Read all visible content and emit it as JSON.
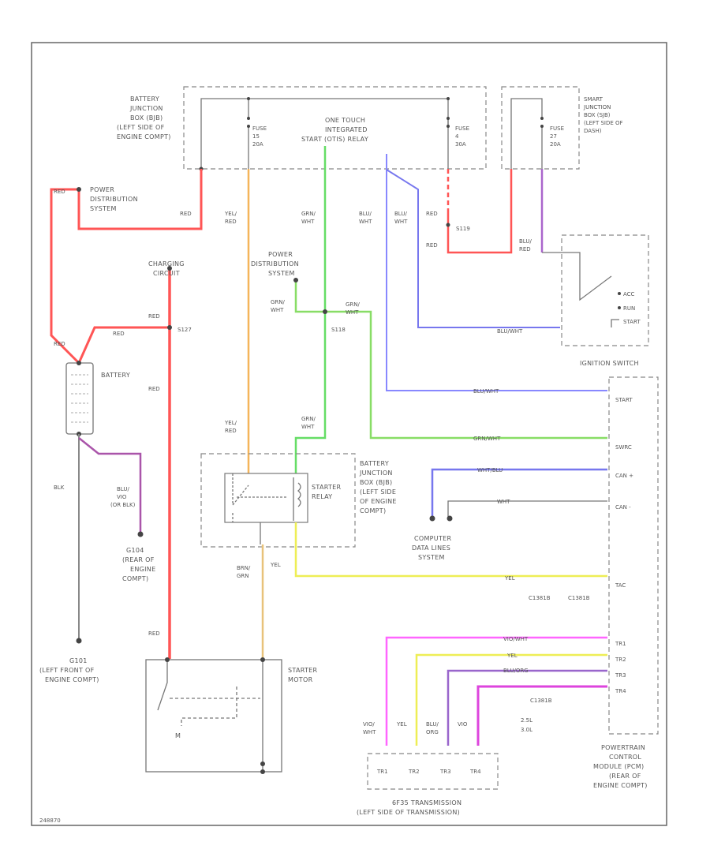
{
  "battery_junction_box_top": [
    "BATTERY",
    "JUNCTION",
    "BOX (BJB)",
    "(LEFT SIDE OF",
    "ENGINE COMPT)"
  ],
  "fuse_15": [
    "FUSE",
    "15",
    "20A"
  ],
  "fuse_4": [
    "FUSE",
    "4",
    "30A"
  ],
  "one_touch": [
    "ONE TOUCH",
    "INTEGRATED",
    "START (OTIS) RELAY"
  ],
  "smart_jb": [
    "SMART",
    "JUNCTION",
    "BOX (SJB)",
    "(LEFT SIDE OF",
    "DASH)"
  ],
  "fuse_27": [
    "FUSE",
    "27",
    "20A"
  ],
  "power_dist_1": [
    "POWER",
    "DISTRIBUTION",
    "SYSTEM"
  ],
  "power_dist_2": [
    "POWER",
    "DISTRIBUTION",
    "SYSTEM"
  ],
  "charging_circuit": [
    "CHARGING",
    "CIRCUIT"
  ],
  "battery_label": "BATTERY",
  "ground_g104": [
    "G104",
    "(REAR OF",
    "ENGINE",
    "COMPT)"
  ],
  "ground_g101": [
    "G101",
    "(LEFT FRONT OF",
    "ENGINE COMPT)"
  ],
  "starter_relay": [
    "BATTERY",
    "JUNCTION",
    "BOX (BJB)",
    "(LEFT SIDE",
    "OF ENGINE",
    "COMPT)"
  ],
  "starter_relay_name": [
    "STARTER",
    "RELAY"
  ],
  "starter_motor": [
    "STARTER",
    "MOTOR"
  ],
  "ignition_switch": "IGNITION SWITCH",
  "ign_positions": [
    "ACC",
    "RUN",
    "START"
  ],
  "computer_data": [
    "COMPUTER",
    "DATA LINES",
    "SYSTEM"
  ],
  "pcm": [
    "POWERTRAIN",
    "CONTROL",
    "MODULE (PCM)",
    "(REAR OF",
    "ENGINE COMPT)"
  ],
  "pcm_pins": [
    "START",
    "SWRC",
    "CAN +",
    "CAN -",
    "TAC",
    "TR1",
    "TR2",
    "TR3",
    "TR4"
  ],
  "trs": [
    "6F35 TRANSMISSION",
    "(LEFT SIDE OF TRANSMISSION)"
  ],
  "trs_pins": [
    "TR1",
    "TR2",
    "TR3",
    "TR4"
  ],
  "splices": [
    "S127",
    "S118",
    "S119",
    "C1381B",
    "C1381B",
    "C1381B"
  ],
  "engine_variants": [
    "2.5L",
    "3.0L"
  ],
  "wires": {
    "red": "RED",
    "yel_red": [
      "YEL/",
      "RED"
    ],
    "grn_wht": [
      "GRN/",
      "WHT"
    ],
    "blu_wht": [
      "BLU/",
      "WHT"
    ],
    "blk": "BLK",
    "blu_vio": [
      "BLU/",
      "VIO",
      "(OR BLK)"
    ],
    "brn_grn": [
      "BRN/",
      "GRN"
    ],
    "yel": "YEL",
    "vio_wht": [
      "VIO/",
      "WHT"
    ],
    "blu_org": [
      "BLU/",
      "ORG"
    ],
    "vio": "VIO",
    "blu_red": [
      "BLU/",
      "RED"
    ],
    "bluwht_long": "BLU/WHT",
    "grnwht_long": "GRN/WHT",
    "wht_blu": "WHT/BLU",
    "wht": "WHT",
    "vio_wht_long": "VIO/WHT",
    "blu_org_long": "BLU/ORG"
  },
  "footer_code": "248870"
}
